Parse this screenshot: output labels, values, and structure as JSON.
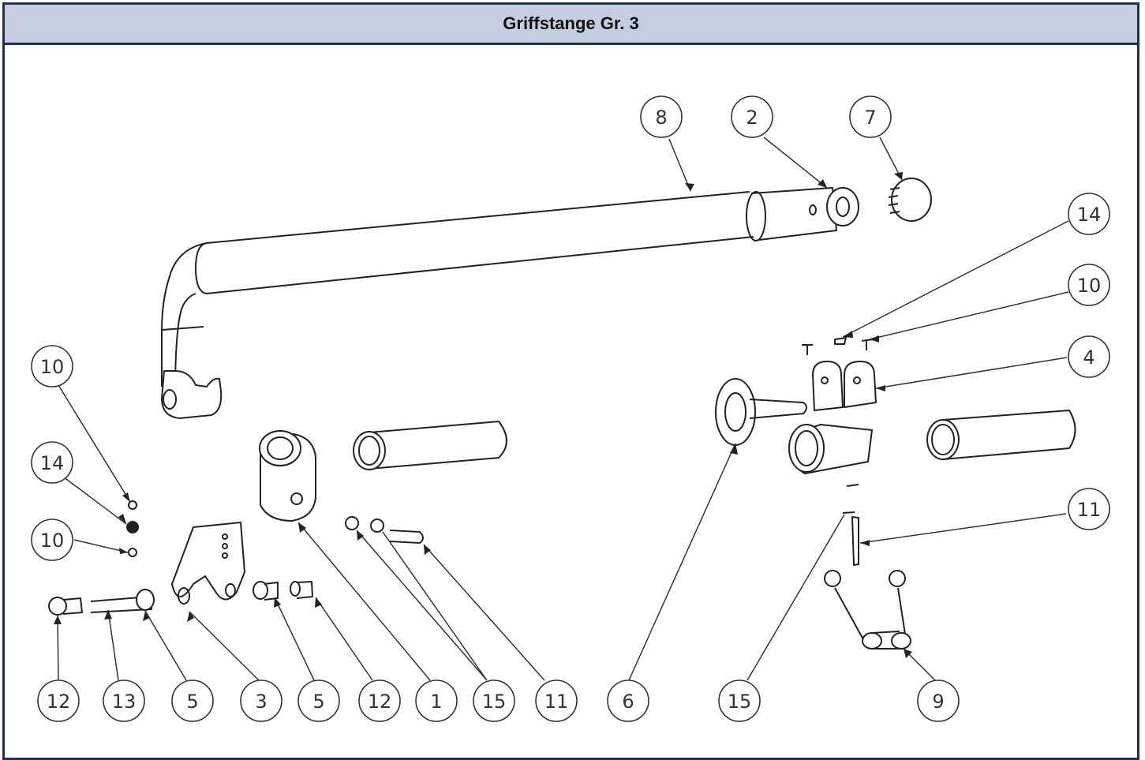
{
  "title": "Griffstange Gr. 3",
  "callouts": [
    {
      "id": "c8",
      "number": "8"
    },
    {
      "id": "c2",
      "number": "2"
    },
    {
      "id": "c7",
      "number": "7"
    },
    {
      "id": "c14r",
      "number": "14"
    },
    {
      "id": "c10r",
      "number": "10"
    },
    {
      "id": "c4",
      "number": "4"
    },
    {
      "id": "c11r",
      "number": "11"
    },
    {
      "id": "c10l1",
      "number": "10"
    },
    {
      "id": "c14l",
      "number": "14"
    },
    {
      "id": "c10l2",
      "number": "10"
    },
    {
      "id": "b12a",
      "number": "12"
    },
    {
      "id": "b13",
      "number": "13"
    },
    {
      "id": "b5a",
      "number": "5"
    },
    {
      "id": "b3",
      "number": "3"
    },
    {
      "id": "b5b",
      "number": "5"
    },
    {
      "id": "b12b",
      "number": "12"
    },
    {
      "id": "b1",
      "number": "1"
    },
    {
      "id": "b15a",
      "number": "15"
    },
    {
      "id": "b11",
      "number": "11"
    },
    {
      "id": "b6",
      "number": "6"
    },
    {
      "id": "b15b",
      "number": "15"
    },
    {
      "id": "b9",
      "number": "9"
    }
  ]
}
